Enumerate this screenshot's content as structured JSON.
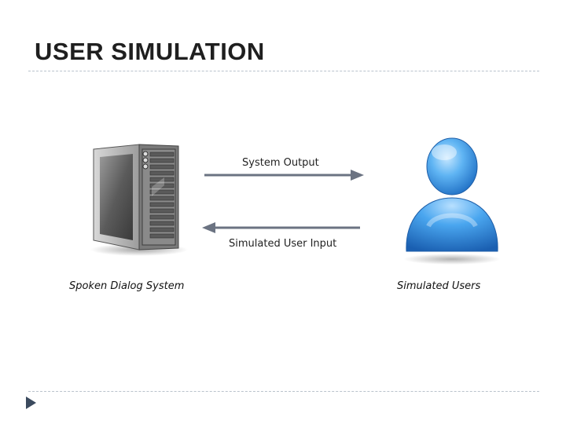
{
  "slide": {
    "title": "USER SIMULATION"
  },
  "diagram": {
    "server_caption": "Spoken Dialog System",
    "user_caption": "Simulated Users",
    "arrow_out_label": "System Output",
    "arrow_in_label": "Simulated User Input"
  },
  "icons": {
    "server": "server-tower-icon",
    "user": "user-silhouette-icon",
    "bullet": "triangle-bullet-icon"
  },
  "colors": {
    "arrow": "#6b7382",
    "user_blue": "#3a9ae8",
    "server_gray": "#6d6d6d",
    "bullet": "#3b4a5e"
  }
}
